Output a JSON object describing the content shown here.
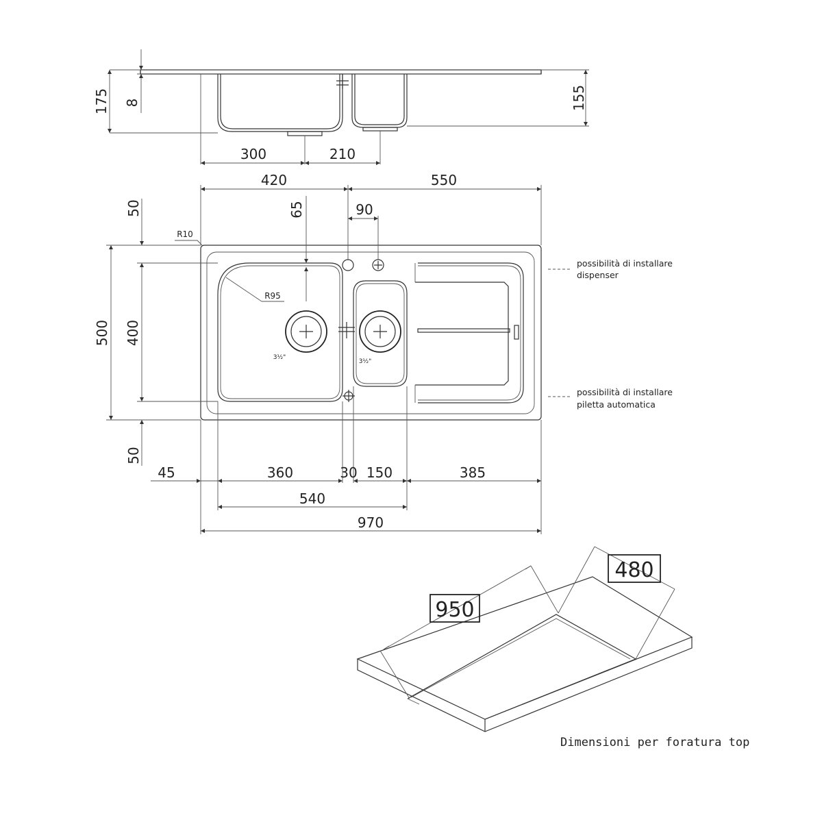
{
  "side_view": {
    "depth_total": "175",
    "rim": "8",
    "depth_small": "155",
    "drain1_offset": "300",
    "drain2_offset": "210"
  },
  "plan_view": {
    "top_left": "420",
    "top_right": "550",
    "margin_top": "50",
    "tap_offset": "65",
    "dispenser_offset": "90",
    "corner_radius": "R10",
    "bowl_radius": "R95",
    "total_depth": "500",
    "bowl_depth": "400",
    "margin_bottom": "50",
    "drain_size_1": "3½\"",
    "drain_size_2": "3½\"",
    "bottom_45": "45",
    "bottom_360": "360",
    "bottom_30": "30",
    "bottom_150": "150",
    "bottom_385": "385",
    "bowls_width": "540",
    "total_width": "970"
  },
  "notes": {
    "dispenser_line1": "possibilità di installare",
    "dispenser_line2": "dispenser",
    "drain_line1": "possibilità di installare",
    "drain_line2": "piletta automatica"
  },
  "cutout": {
    "length": "950",
    "width": "480",
    "caption": "Dimensioni per foratura top"
  }
}
